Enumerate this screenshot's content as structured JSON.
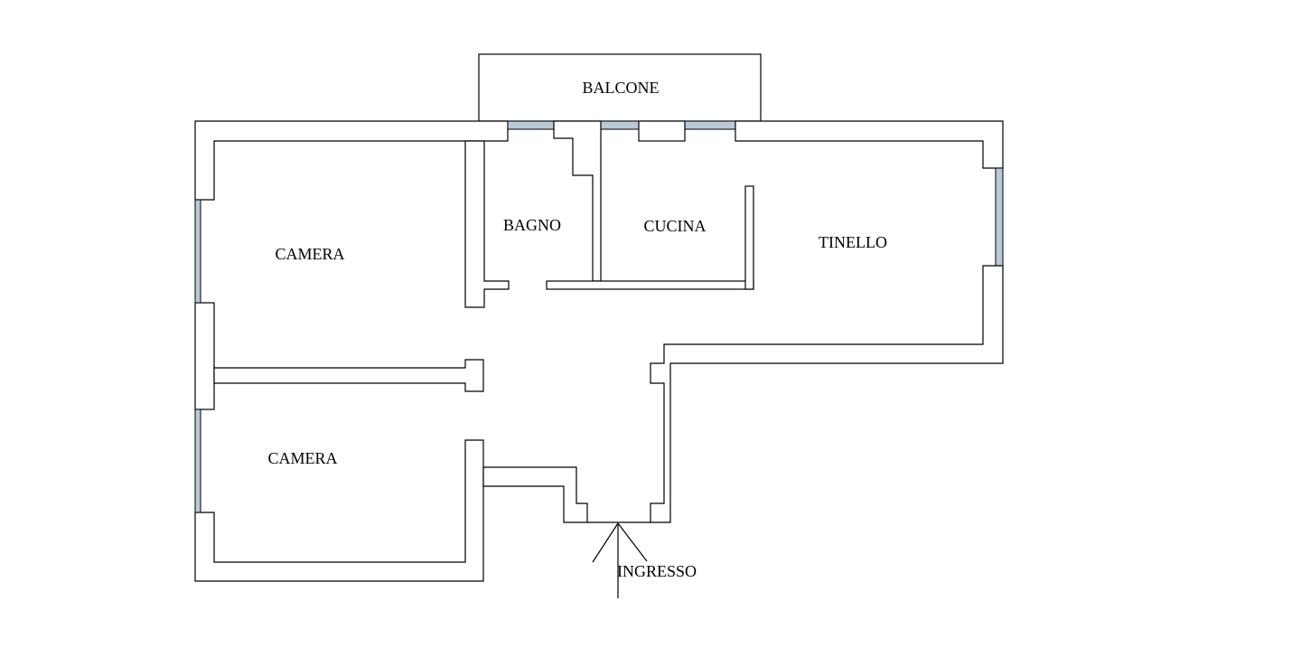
{
  "floorplan": {
    "rooms": {
      "balcone": "BALCONE",
      "bagno": "BAGNO",
      "cucina": "CUCINA",
      "tinello": "TINELLO",
      "camera_top": "CAMERA",
      "camera_bottom": "CAMERA",
      "ingresso": "INGRESSO"
    },
    "colors": {
      "wall_stroke": "#000000",
      "wall_fill": "#ffffff",
      "window_fill": "#b9c9d6",
      "background": "#ffffff"
    }
  }
}
